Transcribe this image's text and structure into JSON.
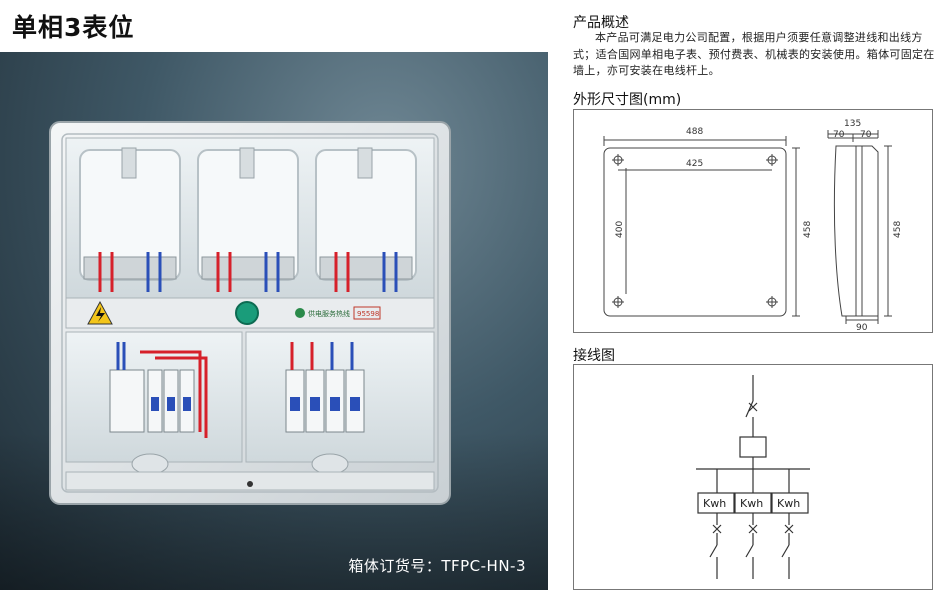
{
  "title": "单相3表位",
  "photo": {
    "order_label": "箱体订货号：TFPC-HN-3",
    "warning_symbol": "lightning-bolt",
    "strip_label": "供电服务热线",
    "hotline": "95598"
  },
  "overview": {
    "heading": "产品概述",
    "text": "本产品可满足电力公司配置，根据用户须要任意调整进线和出线方式；适合国网单相电子表、预付费表、机械表的安装使用。箱体可固定在墙上，亦可安装在电线杆上。"
  },
  "dimensions": {
    "heading": "外形尺寸图(mm)",
    "width_outer": "488",
    "width_holes": "425",
    "height_holes": "400",
    "height_outer": "458",
    "depth_total": "135",
    "depth_front": "70",
    "depth_back": "70",
    "side_height": "458",
    "depth_base": "90"
  },
  "wiring": {
    "heading": "接线图",
    "meters": [
      "Kwh",
      "Kwh",
      "Kwh"
    ]
  },
  "colors": {
    "background_dark": "#1f2d36",
    "wire_red": "#d6202a",
    "wire_blue": "#2a4fb8"
  }
}
